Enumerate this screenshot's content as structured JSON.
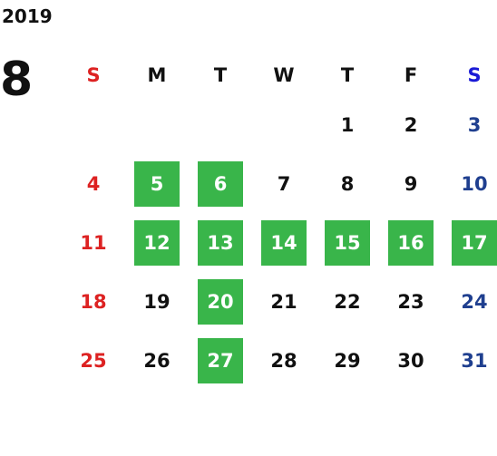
{
  "calendar": {
    "year": "2019",
    "month": "8",
    "weekday_headers": [
      "S",
      "M",
      "T",
      "W",
      "T",
      "F",
      "S"
    ],
    "highlight_color": "#39b54a",
    "sunday_color": "#dd2222",
    "saturday_color": "#1f3f8f",
    "weeks": [
      [
        "",
        "",
        "",
        "",
        "1",
        "2",
        "3"
      ],
      [
        "4",
        "5",
        "6",
        "7",
        "8",
        "9",
        "10"
      ],
      [
        "11",
        "12",
        "13",
        "14",
        "15",
        "16",
        "17"
      ],
      [
        "18",
        "19",
        "20",
        "21",
        "22",
        "23",
        "24"
      ],
      [
        "25",
        "26",
        "27",
        "28",
        "29",
        "30",
        "31"
      ]
    ],
    "highlighted_days": [
      "5",
      "6",
      "12",
      "13",
      "14",
      "15",
      "16",
      "17",
      "20",
      "27"
    ]
  }
}
